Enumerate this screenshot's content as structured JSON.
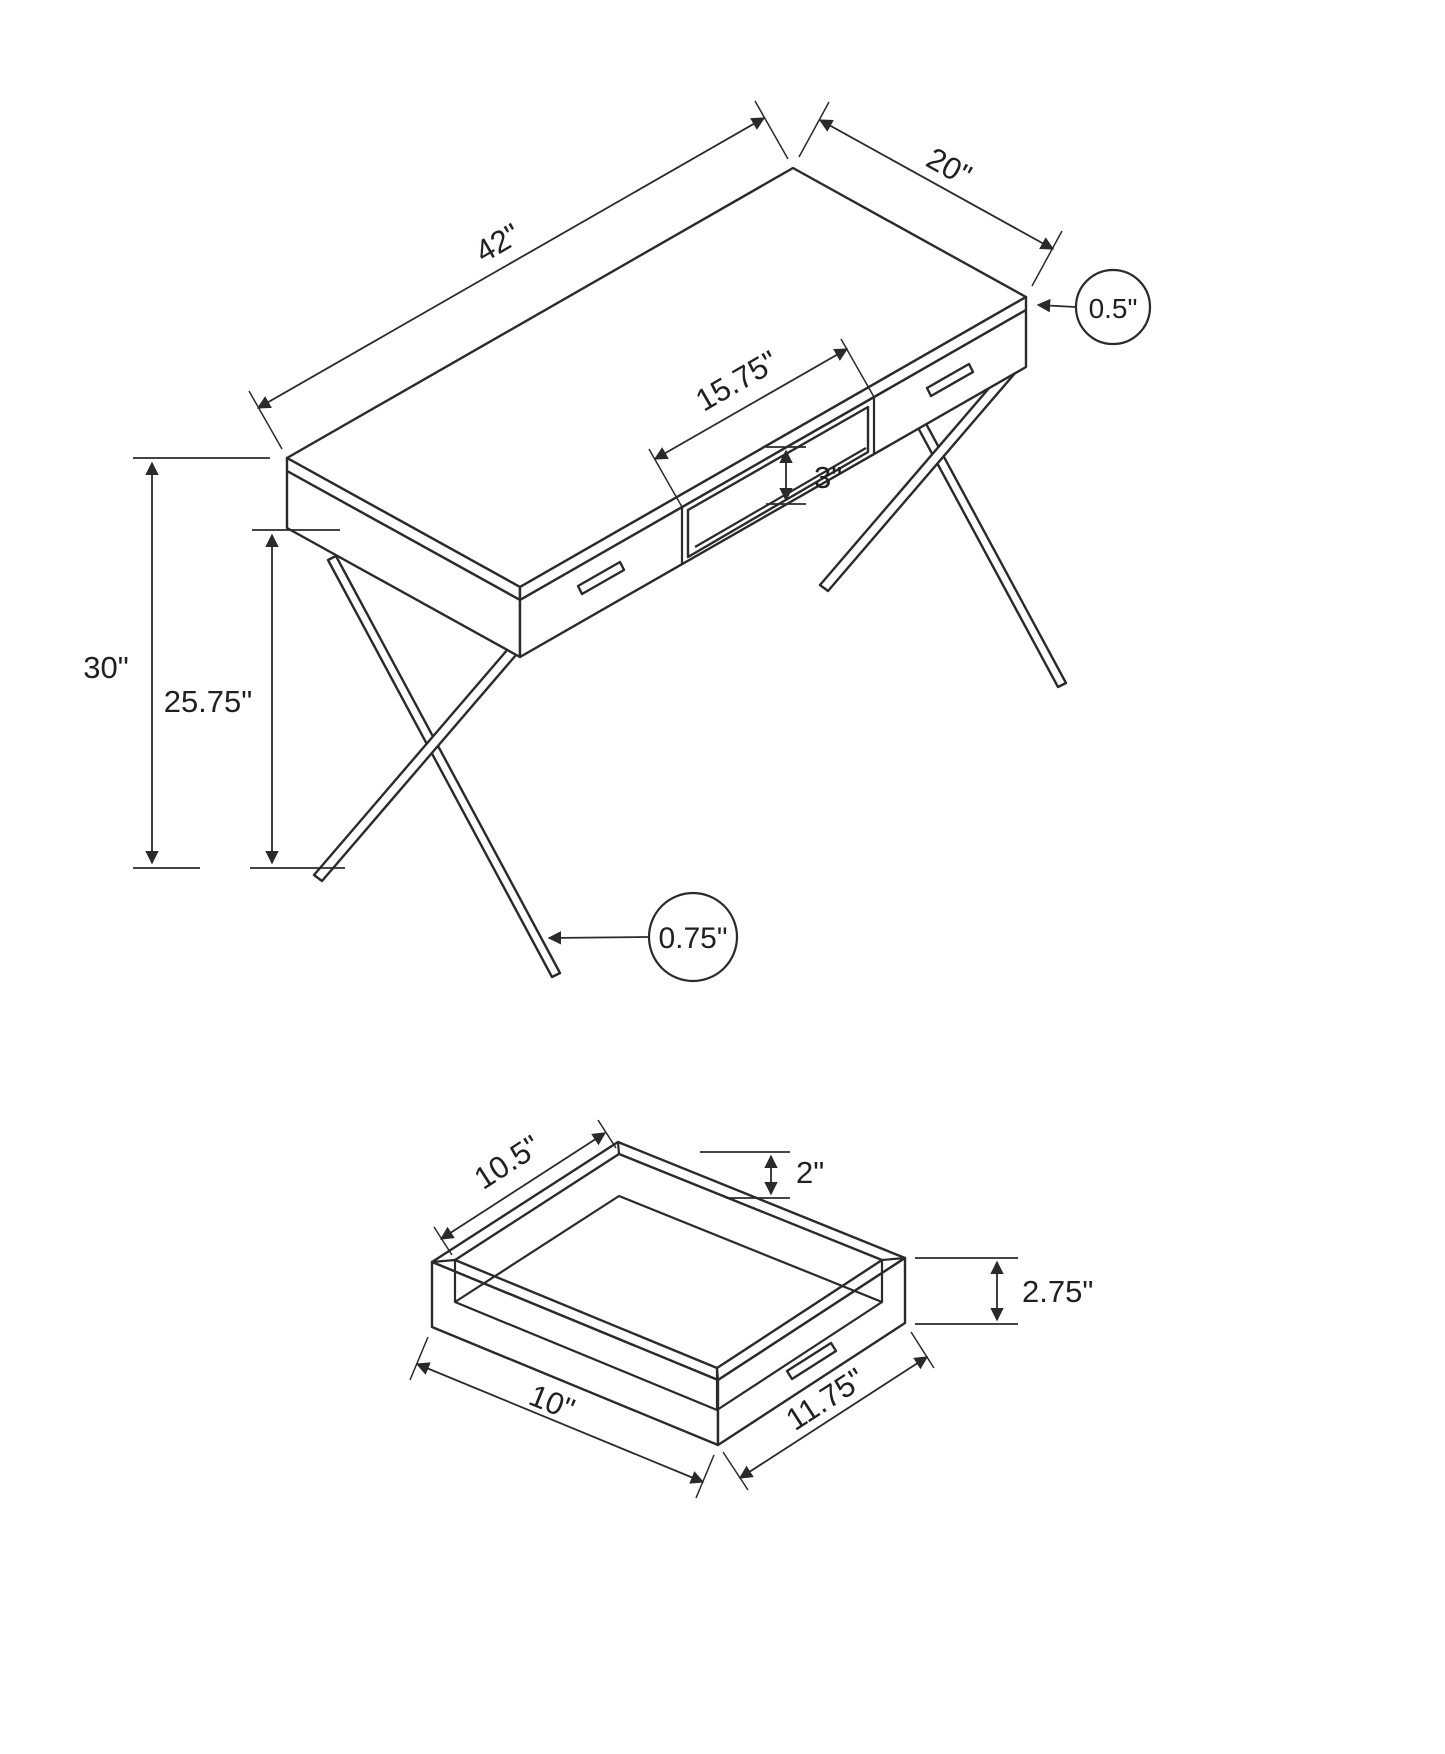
{
  "diagram": {
    "line_color": "#2b2a2a",
    "background": "#ffffff"
  },
  "desk_view": {
    "top_length": "42\"",
    "top_depth": "20\"",
    "top_thickness": "0.5\"",
    "cubby_width": "15.75\"",
    "cubby_height": "3\"",
    "overall_height": "30\"",
    "clearance_height": "25.75\"",
    "leg_thickness": "0.75\""
  },
  "drawer_view": {
    "inner_width": "10.5\"",
    "wall_height": "2\"",
    "outer_height": "2.75\"",
    "inner_depth": "10\"",
    "outer_width": "11.75\""
  }
}
